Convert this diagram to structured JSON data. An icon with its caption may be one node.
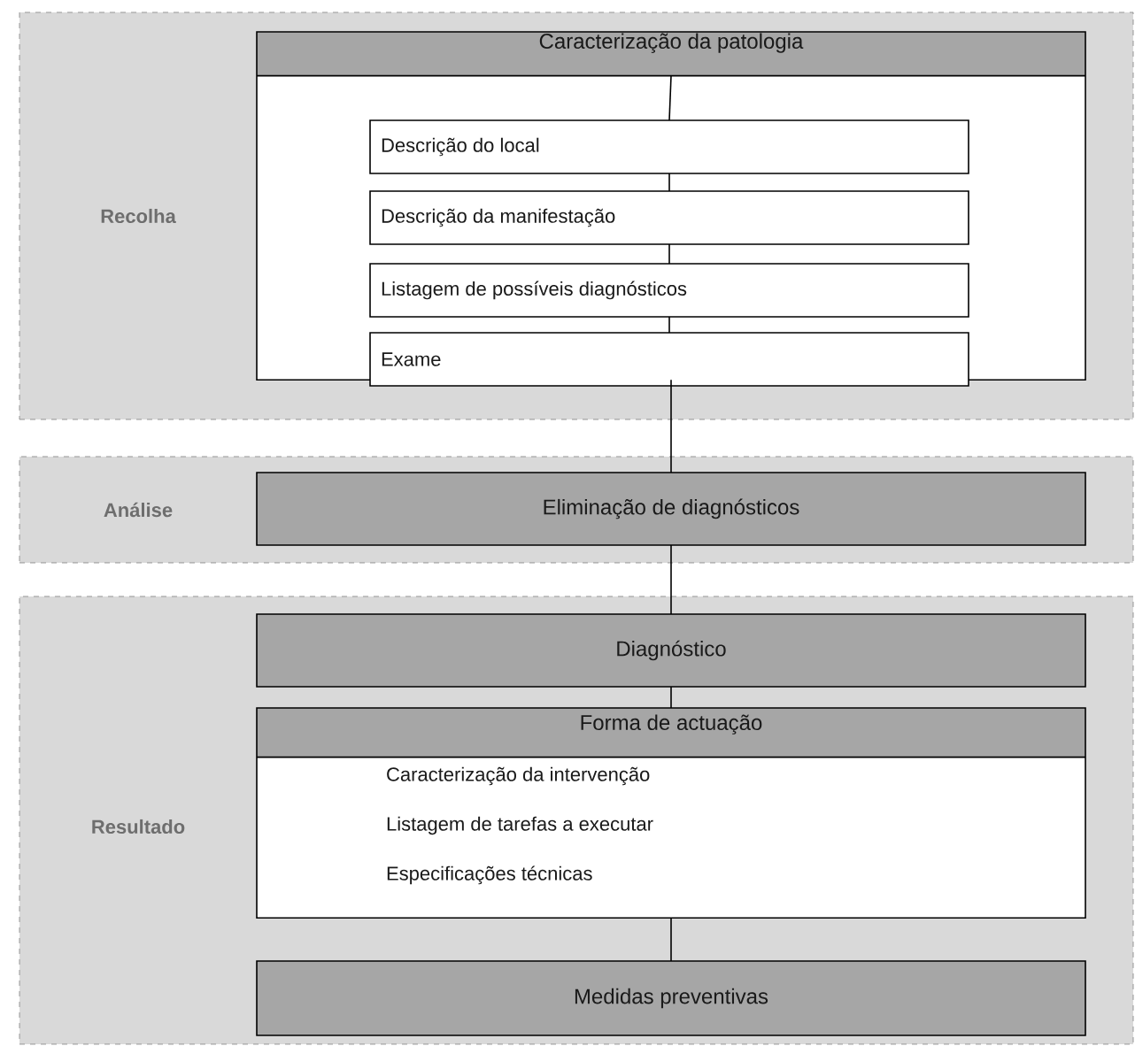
{
  "diagram": {
    "nodes": [
      {
        "text": [
          "Recolha"
        ]
      },
      {
        "text": [
          "Caracterização da patologia"
        ],
        "in": 0
      },
      {
        "text": [
          "Descrição do local"
        ],
        "in": 1
      },
      {
        "text": [
          "Descrição da manifestação"
        ],
        "in": 1
      },
      {
        "text": [
          "Listagem de possíveis diagnósticos"
        ],
        "in": 1
      },
      {
        "text": [
          "Exame"
        ],
        "in": 1
      },
      {
        "text": [
          "Análise"
        ]
      },
      {
        "text": [
          "Eliminação de diagnósticos"
        ],
        "in": 6
      },
      {
        "text": [
          "Resultado"
        ]
      },
      {
        "text": [
          "Diagnóstico"
        ],
        "in": 8
      },
      {
        "text": [
          "Forma de actuação",
          "Caracterização da intervenção",
          "Listagem de tarefas a executar",
          "Especificações técnicas"
        ],
        "in": 8
      },
      {
        "text": [
          "Medidas preventivas"
        ],
        "in": 8
      }
    ],
    "edges": [
      {
        "from": 1,
        "to": 2,
        "arrow": "none"
      },
      {
        "from": 2,
        "to": 3,
        "arrow": "none"
      },
      {
        "from": 3,
        "to": 4,
        "arrow": "none"
      },
      {
        "from": 4,
        "to": 5,
        "arrow": "none"
      },
      {
        "from": 1,
        "to": 7,
        "arrow": "none"
      },
      {
        "from": 7,
        "to": 9,
        "arrow": "none"
      },
      {
        "from": 9,
        "to": 10,
        "arrow": "none"
      },
      {
        "from": 10,
        "to": 11,
        "arrow": "none"
      }
    ]
  }
}
